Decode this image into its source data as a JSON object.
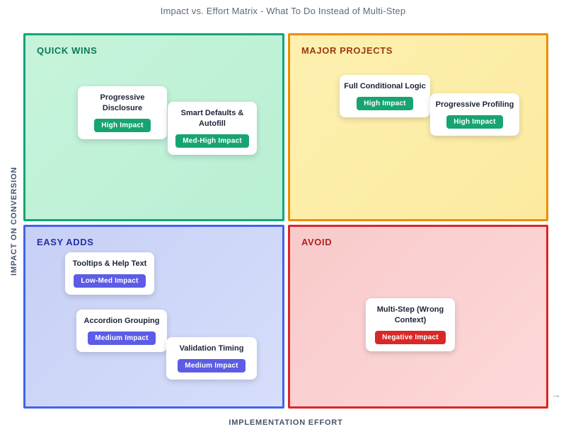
{
  "title": "Impact vs. Effort Matrix - What To Do Instead of Multi-Step",
  "axes": {
    "y_label": "IMPACT ON CONVERSION",
    "x_label": "IMPLEMENTATION EFFORT",
    "arrow": "→"
  },
  "colors": {
    "quick_wins_border": "#0ca678",
    "major_projects_border": "#f08c00",
    "easy_adds_border": "#4263eb",
    "avoid_border": "#dd2525",
    "badge_green": "#16a571",
    "badge_purple": "#5c5ce6",
    "badge_red": "#da2727"
  },
  "quadrants": [
    {
      "id": "quick-wins",
      "label": "QUICK WINS",
      "items": [
        {
          "title": "Progressive Disclosure",
          "badge": "High Impact",
          "badge_color": "#16a571"
        },
        {
          "title": "Smart Defaults & Autofill",
          "badge": "Med-High Impact",
          "badge_color": "#16a571"
        }
      ]
    },
    {
      "id": "major-projects",
      "label": "MAJOR PROJECTS",
      "items": [
        {
          "title": "Full Conditional Logic",
          "badge": "High Impact",
          "badge_color": "#16a571"
        },
        {
          "title": "Progressive Profiling",
          "badge": "High Impact",
          "badge_color": "#16a571"
        }
      ]
    },
    {
      "id": "easy-adds",
      "label": "EASY ADDS",
      "items": [
        {
          "title": "Tooltips & Help Text",
          "badge": "Low-Med Impact",
          "badge_color": "#5c5ce6"
        },
        {
          "title": "Accordion Grouping",
          "badge": "Medium Impact",
          "badge_color": "#5c5ce6"
        },
        {
          "title": "Validation Timing",
          "badge": "Medium Impact",
          "badge_color": "#5c5ce6"
        }
      ]
    },
    {
      "id": "avoid",
      "label": "AVOID",
      "items": [
        {
          "title": "Multi-Step (Wrong Context)",
          "badge": "Negative Impact",
          "badge_color": "#da2727"
        }
      ]
    }
  ]
}
